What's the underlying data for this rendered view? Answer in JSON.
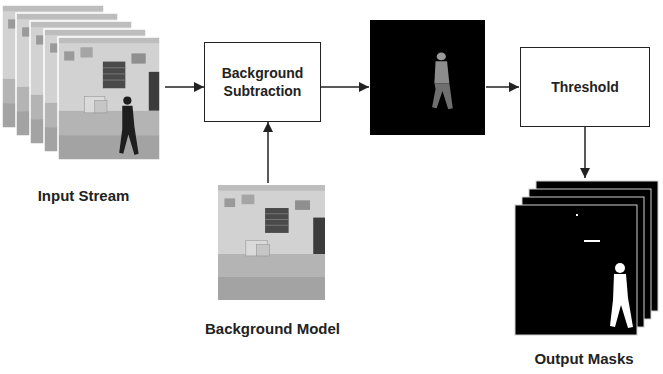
{
  "diagram": {
    "nodes": [
      {
        "text": [
          "Input Stream"
        ]
      },
      {
        "text": [
          "Background Subtraction"
        ]
      },
      {
        "text": [
          "Threshold"
        ]
      },
      {
        "text": [
          "Background Model"
        ]
      },
      {
        "text": [
          "Output Masks"
        ]
      }
    ],
    "edges": [
      {
        "from": 0,
        "to": 1,
        "arrow": "to"
      },
      {
        "from": 3,
        "to": 1,
        "arrow": "to"
      },
      {
        "from": 2,
        "to": 4,
        "arrow": "to"
      }
    ]
  }
}
